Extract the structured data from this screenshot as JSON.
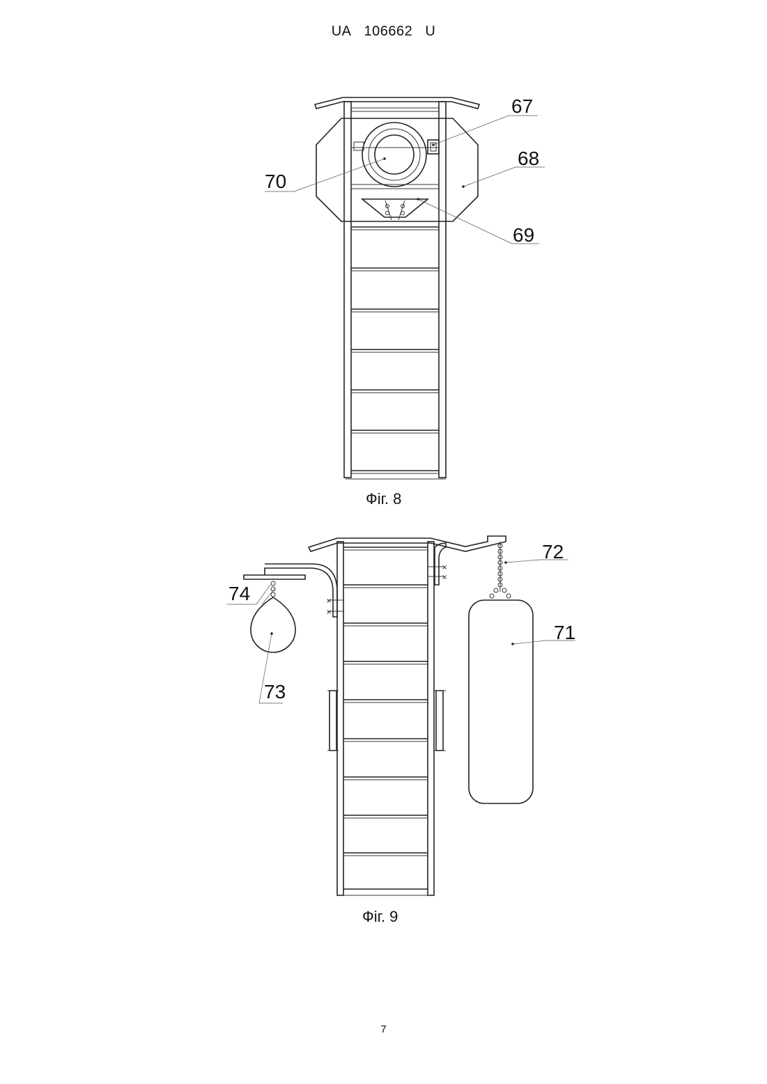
{
  "header": {
    "country": "UA",
    "number": "106662",
    "kind": "U"
  },
  "figures": [
    {
      "caption": "Фіг. 8",
      "labels": [
        "67",
        "68",
        "69",
        "70"
      ]
    },
    {
      "caption": "Фіг. 9",
      "labels": [
        "71",
        "72",
        "73",
        "74"
      ]
    }
  ],
  "page_number": "7"
}
